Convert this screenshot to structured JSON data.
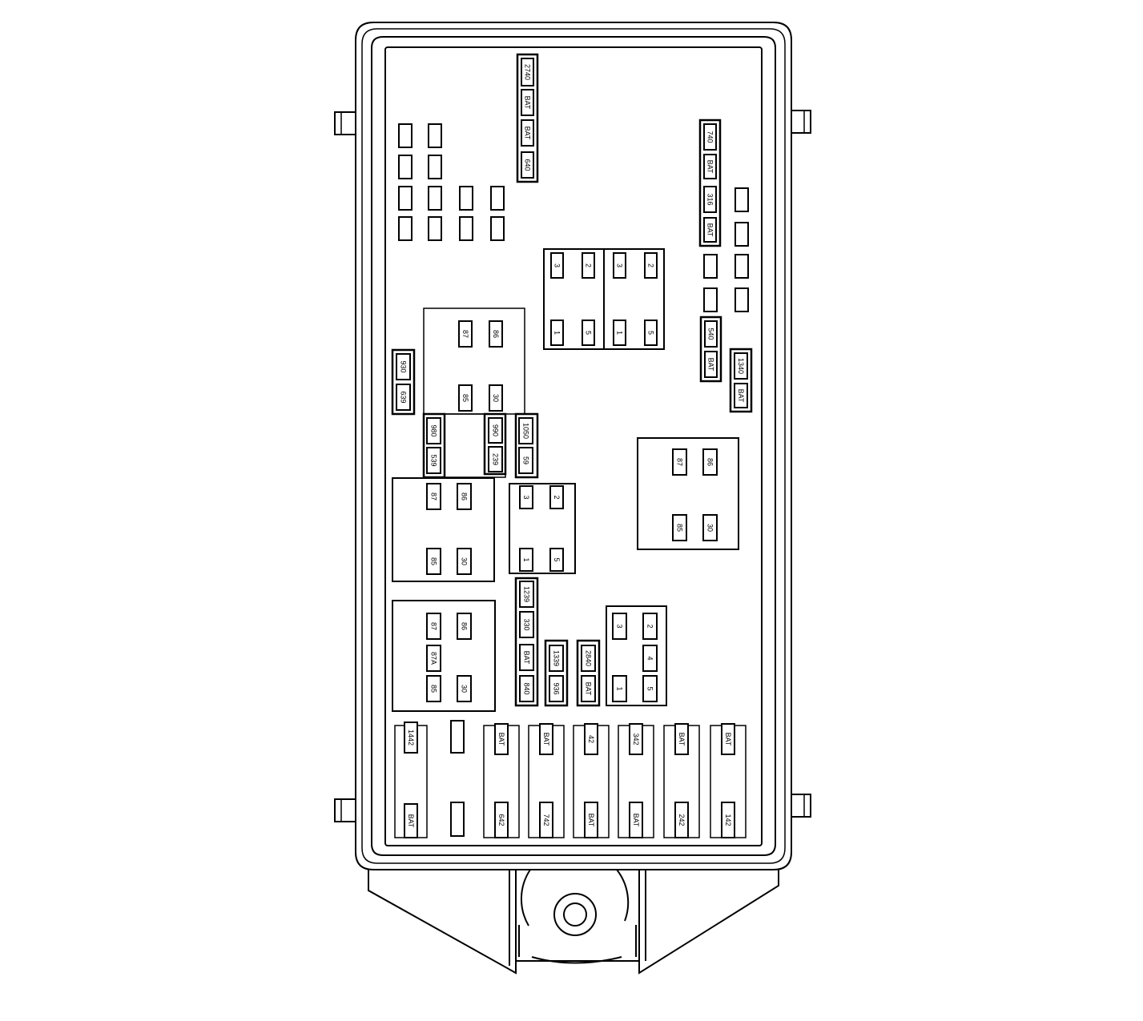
{
  "terminal_labels": {
    "t2740": "2740",
    "tBAT": "BAT",
    "t640": "640",
    "t740": "740",
    "t316": "316",
    "t540": "540",
    "t1340": "1340",
    "t930": "930",
    "t639": "639",
    "t980": "980",
    "t539": "539",
    "t990": "990",
    "t239": "239",
    "t1050": "1050",
    "t59": "59",
    "t87": "87",
    "t86": "86",
    "t85": "85",
    "t30": "30",
    "t87A": "87A",
    "t1": "1",
    "t2": "2",
    "t3": "3",
    "t4": "4",
    "t5": "5",
    "t1239": "1239",
    "t330": "330",
    "t840": "840",
    "t1339": "1339",
    "t936": "936",
    "t2840": "2840",
    "t1442": "1442",
    "t642": "642",
    "t742": "742",
    "t42": "42",
    "t342": "342",
    "t242": "242",
    "t142": "142"
  }
}
